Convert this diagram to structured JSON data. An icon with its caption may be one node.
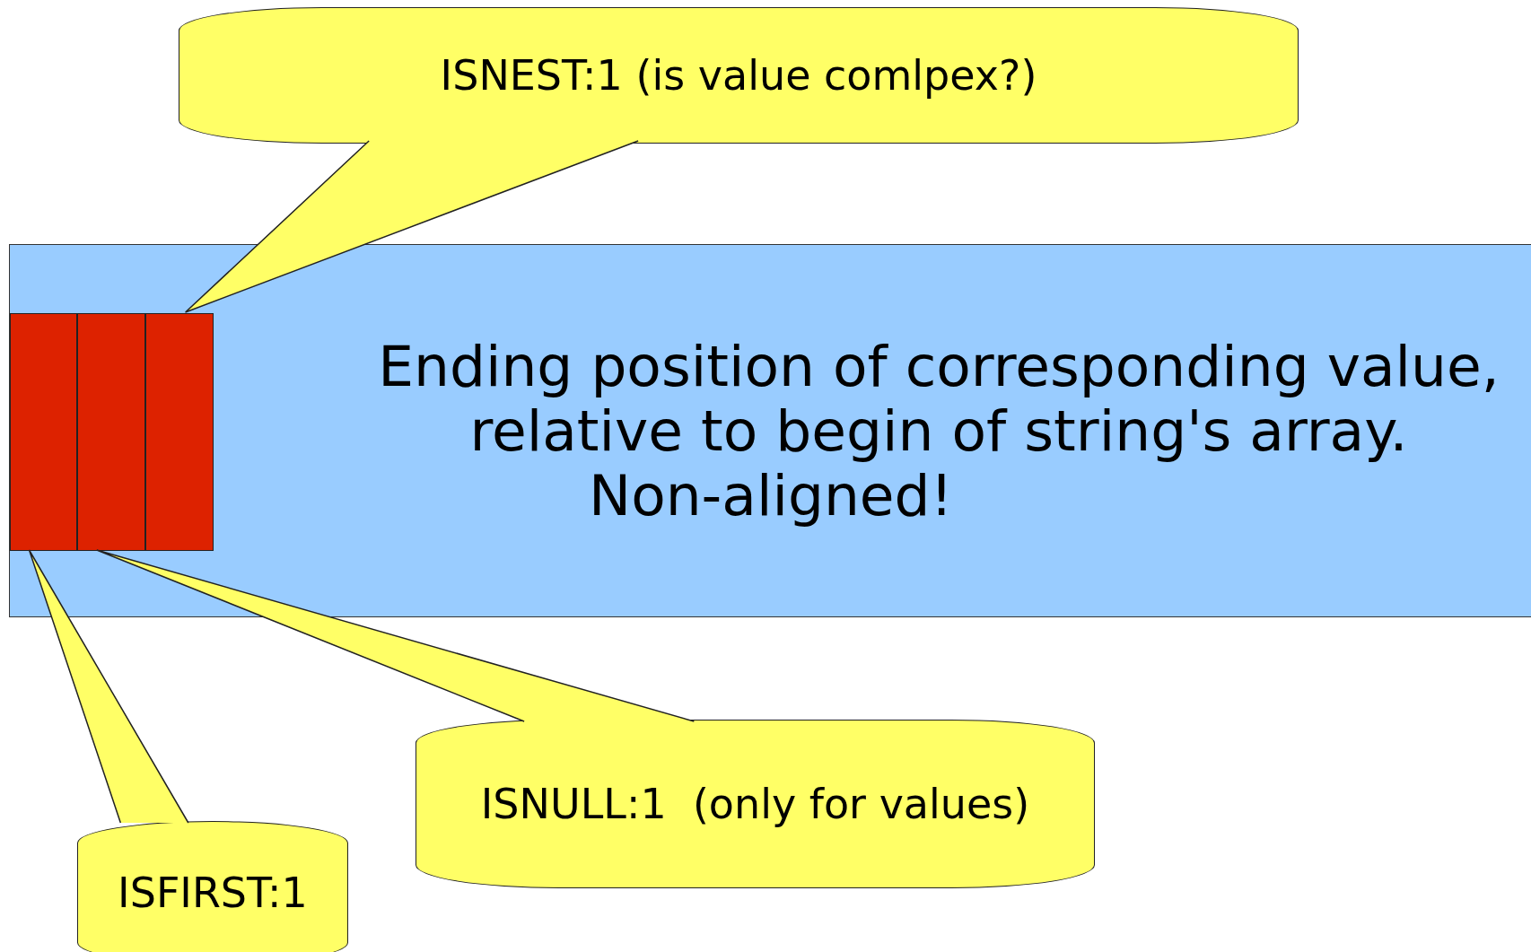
{
  "diagram": {
    "nodes": [
      {
        "text": [
          "ISNEST:1 (is value comlpex?)"
        ]
      },
      {
        "text": [
          "Ending position of corresponding value, relative to begin of string's array.",
          "Non-aligned!"
        ]
      },
      {
        "text": [],
        "shape": "bar",
        "in": 1
      },
      {
        "text": [],
        "shape": "bar",
        "in": 1
      },
      {
        "text": [],
        "shape": "bar",
        "in": 1
      },
      {
        "text": [
          "ISNULL:1  (only for values)"
        ]
      },
      {
        "text": [
          "ISFIRST:1"
        ]
      }
    ],
    "edges": [
      {
        "from": 0,
        "to": 4,
        "arrow": "none"
      },
      {
        "from": 5,
        "to": 3,
        "arrow": "none"
      },
      {
        "from": 6,
        "to": 2,
        "arrow": "none"
      }
    ]
  }
}
